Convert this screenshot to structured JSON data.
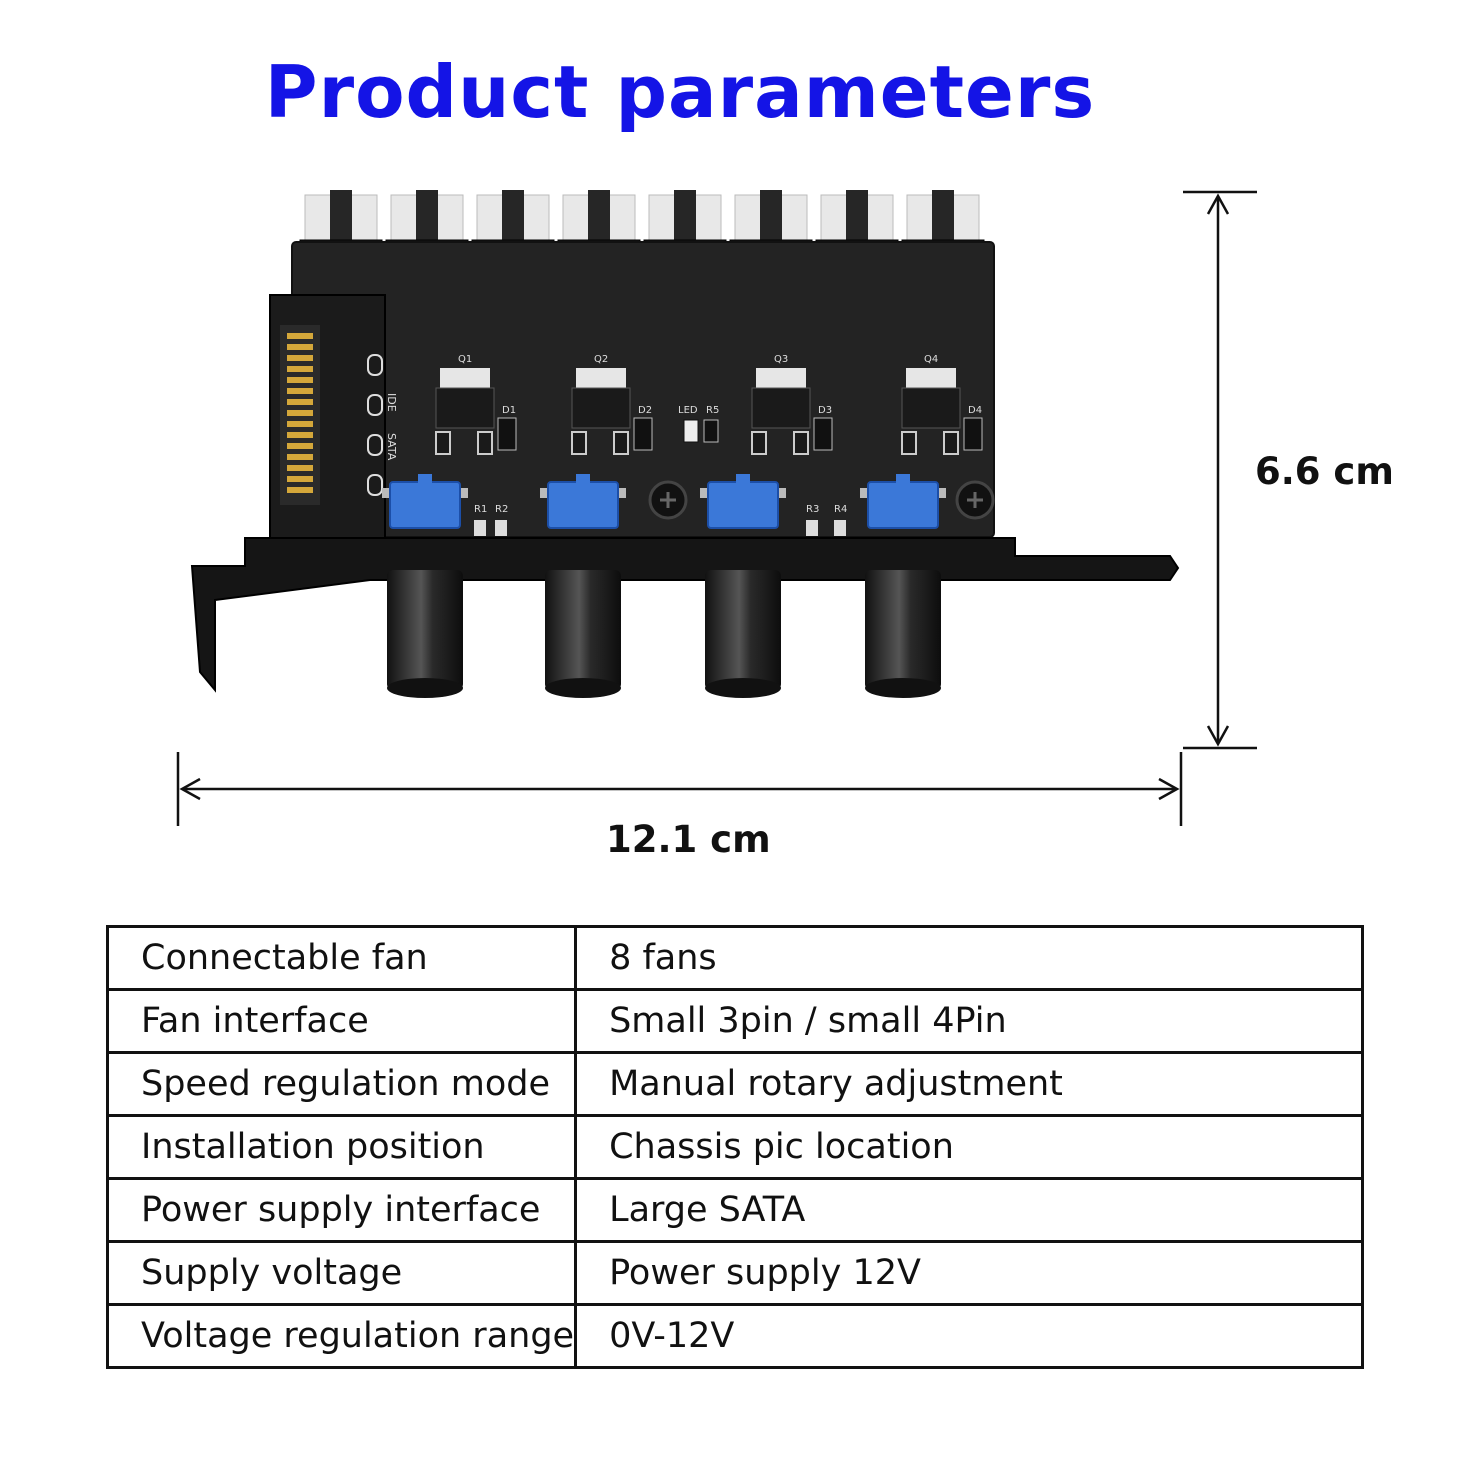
{
  "title": "Product parameters",
  "dimensions": {
    "height": "6.6 cm",
    "width": "12.1 cm"
  },
  "board": {
    "connector_labels": [
      "IDE",
      "SATA"
    ],
    "mosfet_labels": [
      "Q1",
      "Q2",
      "Q3",
      "Q4"
    ],
    "diode_labels": [
      "D1",
      "D2",
      "D3",
      "D4"
    ],
    "resistor_labels": [
      "R1",
      "R2",
      "R3",
      "R4",
      "R5"
    ],
    "led_label": "LED"
  },
  "specs": [
    {
      "key": "Connectable fan",
      "value": "8 fans"
    },
    {
      "key": "Fan interface",
      "value": "Small 3pin / small 4Pin"
    },
    {
      "key": "Speed regulation mode",
      "value": "Manual rotary adjustment"
    },
    {
      "key": "Installation position",
      "value": "Chassis pic location"
    },
    {
      "key": "Power supply interface",
      "value": "Large SATA"
    },
    {
      "key": "Supply voltage",
      "value": "Power supply 12V"
    },
    {
      "key": "Voltage regulation range",
      "value": "0V-12V"
    }
  ],
  "colors": {
    "title": "#1414e6",
    "pcb": "#222222",
    "potentiometer": "#3b78d8"
  }
}
